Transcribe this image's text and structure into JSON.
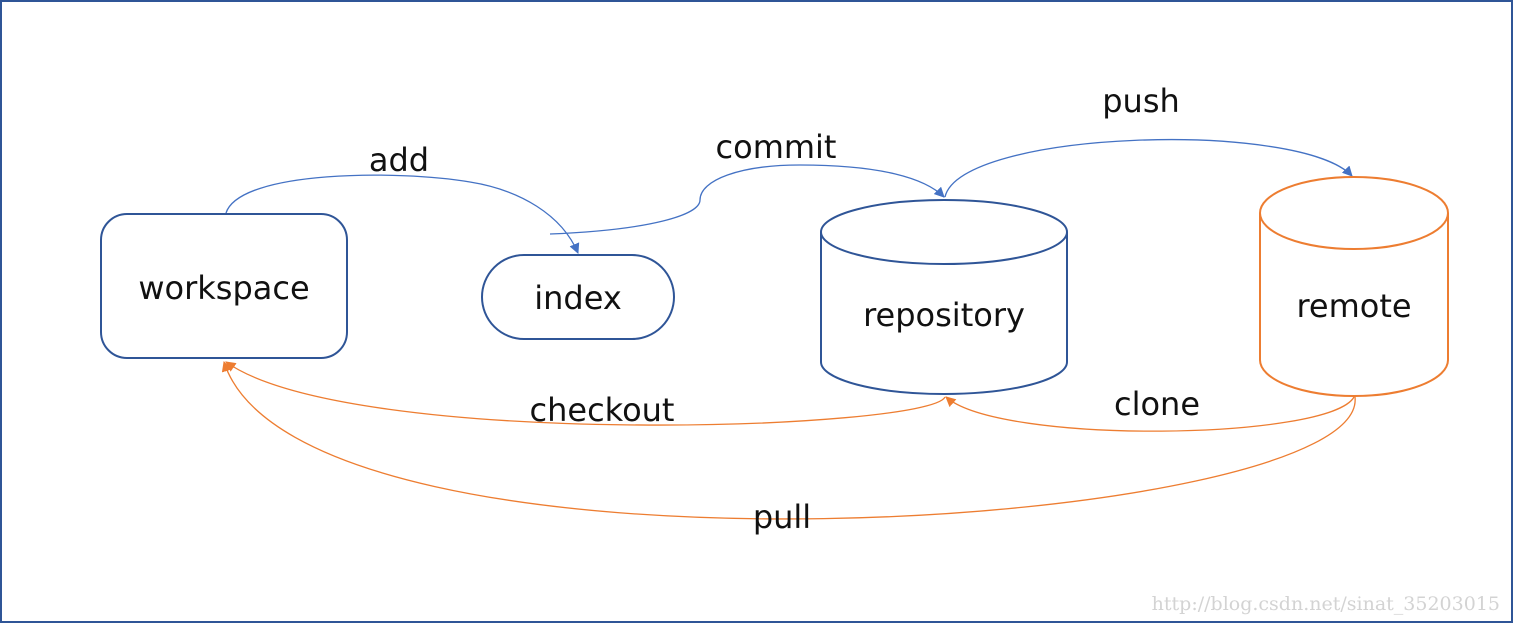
{
  "nodes": {
    "workspace": {
      "label": "workspace"
    },
    "index": {
      "label": "index"
    },
    "repository": {
      "label": "repository"
    },
    "remote": {
      "label": "remote"
    }
  },
  "edges": {
    "add": {
      "label": "add"
    },
    "commit": {
      "label": "commit"
    },
    "push": {
      "label": "push"
    },
    "checkout": {
      "label": "checkout"
    },
    "clone": {
      "label": "clone"
    },
    "pull": {
      "label": "pull"
    }
  },
  "watermark": "http://blog.csdn.net/sinat_35203015",
  "colors": {
    "frame": "#2F5597",
    "local_stroke": "#2F5597",
    "forward_arrow": "#4472C4",
    "remote_stroke": "#ED7D31",
    "backward_arrow": "#ED7D31",
    "text": "#111111"
  }
}
